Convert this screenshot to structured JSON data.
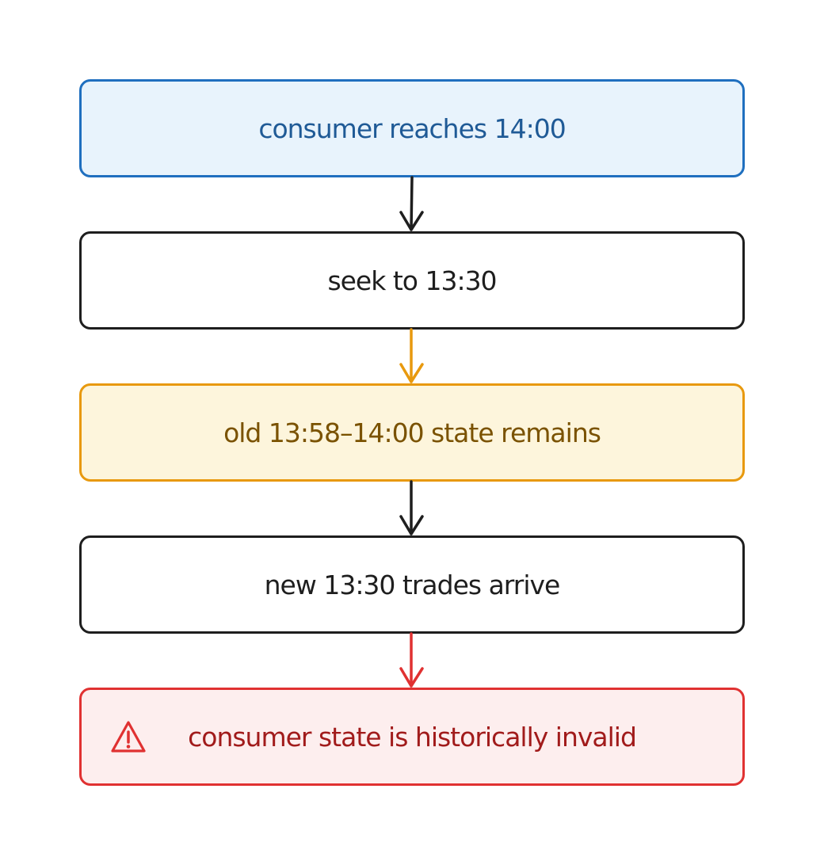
{
  "diagram": {
    "nodes": [
      {
        "id": "n1",
        "label": "consumer reaches 14:00",
        "border": "#1f6fbf",
        "fill": "#e8f3fc",
        "text_color": "#1f5a96"
      },
      {
        "id": "n2",
        "label": "seek to 13:30",
        "border": "#1e1e1e",
        "fill": "#ffffff",
        "text_color": "#1e1e1e"
      },
      {
        "id": "n3",
        "label": "old 13:58–14:00 state remains",
        "border": "#e8990e",
        "fill": "#fdf5dc",
        "text_color": "#7a5200"
      },
      {
        "id": "n4",
        "label": "new 13:30 trades arrive",
        "border": "#1e1e1e",
        "fill": "#ffffff",
        "text_color": "#1e1e1e"
      },
      {
        "id": "n5",
        "label": "consumer state is historically invalid",
        "border": "#e03131",
        "fill": "#fdeeee",
        "text_color": "#a11b1b",
        "icon": "warning-icon"
      }
    ],
    "edges": [
      {
        "from": "n1",
        "to": "n2",
        "color": "#1e1e1e"
      },
      {
        "from": "n2",
        "to": "n3",
        "color": "#e8990e"
      },
      {
        "from": "n3",
        "to": "n4",
        "color": "#1e1e1e"
      },
      {
        "from": "n4",
        "to": "n5",
        "color": "#e03131"
      }
    ]
  }
}
